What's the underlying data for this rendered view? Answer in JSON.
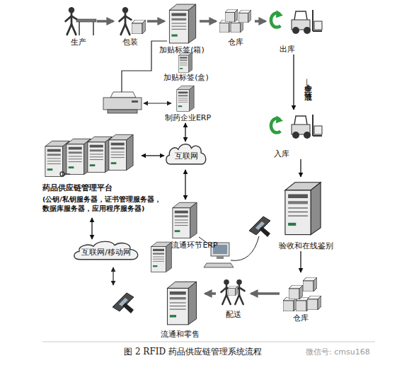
{
  "diagram": {
    "caption": "图 2 RFID 药品供应链管理系统流程",
    "nodes": [
      {
        "text": [
          "生产"
        ]
      },
      {
        "text": [
          "包装"
        ]
      },
      {
        "text": [
          "加贴标签(箱)"
        ]
      },
      {
        "text": [
          "仓库"
        ]
      },
      {
        "text": [
          "出库"
        ]
      },
      {
        "text": [
          "入库"
        ]
      },
      {
        "text": [
          "验收和在线鉴别"
        ]
      },
      {
        "text": [
          "仓库"
        ]
      },
      {
        "text": [
          "配送"
        ]
      },
      {
        "text": [
          "流通和零售"
        ]
      },
      {
        "text": [
          "加贴标签(盒)"
        ]
      },
      {
        "text": [
          "制药企业ERP"
        ]
      },
      {
        "text": [
          "互联网"
        ]
      },
      {
        "text": [
          "药品供应链管理平台",
          "(公钥/私钥服务器，证书管理服务器，数据库服务器，应用程序服务器)"
        ]
      },
      {
        "text": [
          "流通环节ERP"
        ]
      },
      {
        "text": [
          "互联网/移动网"
        ]
      }
    ],
    "edges": [
      {
        "from": 0,
        "to": 1,
        "arrow": "to"
      },
      {
        "from": 1,
        "to": 2,
        "arrow": "to"
      },
      {
        "from": 2,
        "to": 3,
        "arrow": "to"
      },
      {
        "from": 3,
        "to": 4,
        "arrow": "to"
      },
      {
        "from": 4,
        "to": 5,
        "label": "生产企业—流通环节",
        "arrow": "to"
      },
      {
        "from": 5,
        "to": 6,
        "arrow": "to"
      },
      {
        "from": 6,
        "to": 7,
        "arrow": "to"
      },
      {
        "from": 7,
        "to": 8,
        "arrow": "to"
      },
      {
        "from": 8,
        "to": 9,
        "arrow": "to"
      },
      {
        "from": 11,
        "to": 12,
        "arrow": "both"
      },
      {
        "from": 12,
        "to": 13,
        "arrow": "both"
      },
      {
        "from": 12,
        "to": 14,
        "arrow": "both"
      },
      {
        "from": 13,
        "to": 15,
        "arrow": "both"
      }
    ],
    "labels": [
      "微信号: cmsu168"
    ]
  }
}
